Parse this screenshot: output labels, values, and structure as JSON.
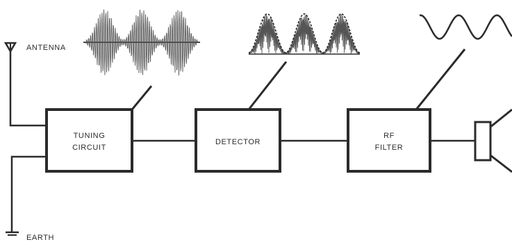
{
  "labels": {
    "antenna": "ANTENNA",
    "earth": "EARTH"
  },
  "blocks": [
    {
      "id": "tuning",
      "lines": [
        "TUNING",
        "CIRCUIT"
      ]
    },
    {
      "id": "detector",
      "lines": [
        "DETECTOR"
      ]
    },
    {
      "id": "rf_filter",
      "lines": [
        "RF",
        "FILTER"
      ]
    }
  ],
  "colors": {
    "ink": "#2b2b2b",
    "signal": "#555555",
    "background": "#ffffff"
  }
}
